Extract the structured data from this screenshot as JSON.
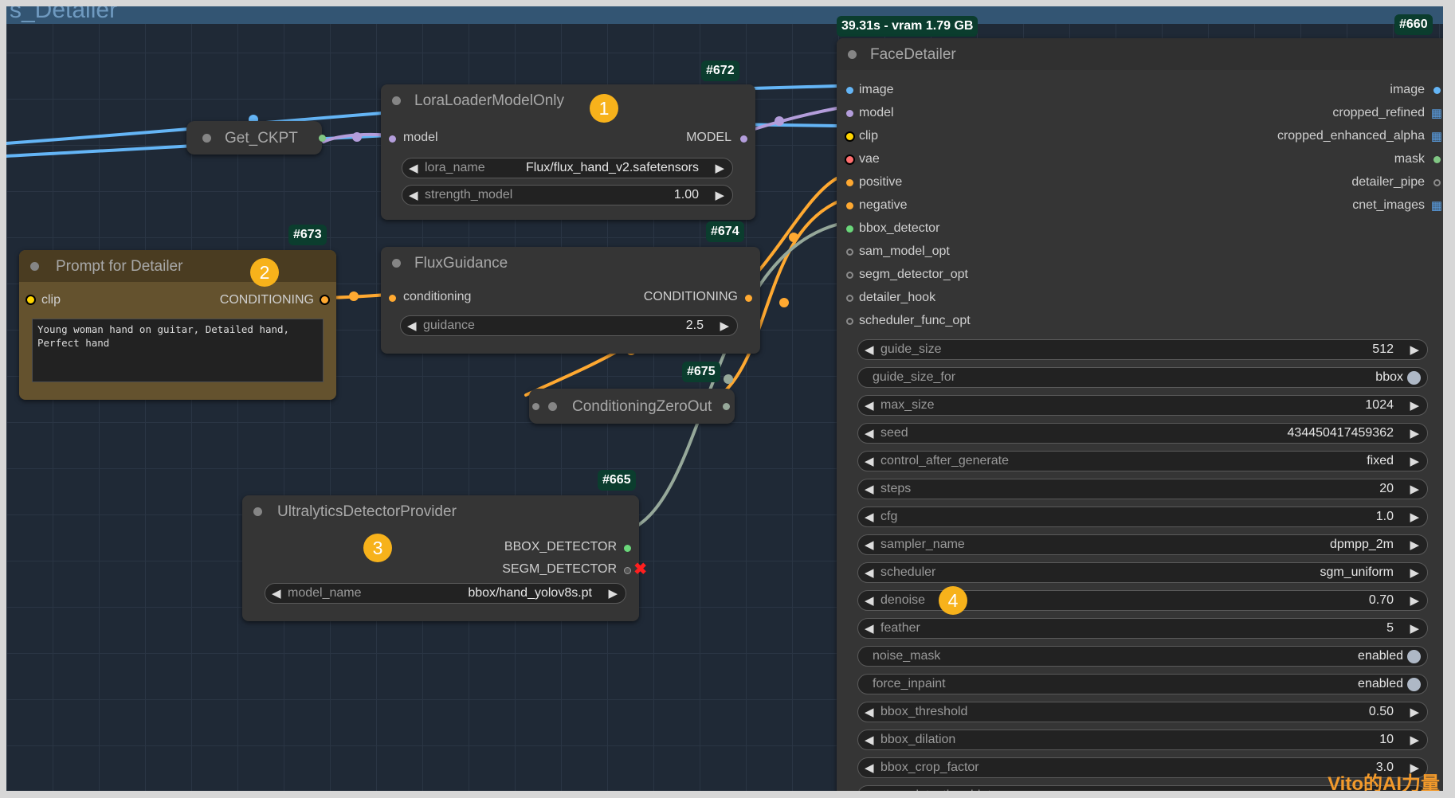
{
  "group": {
    "title": "s_Detailer"
  },
  "stats": {
    "time_vram": "39.31s - vram 1.79 GB"
  },
  "badges": {
    "lora": "#672",
    "prompt": "#673",
    "flux": "#674",
    "zero": "#675",
    "ultra": "#665",
    "face": "#660"
  },
  "markers": {
    "m1": "1",
    "m2": "2",
    "m3": "3",
    "m4": "4"
  },
  "get_ckpt": {
    "title": "Get_CKPT"
  },
  "lora": {
    "title": "LoraLoaderModelOnly",
    "input": "model",
    "output": "MODEL",
    "widgets": [
      {
        "label": "lora_name",
        "value": "Flux/flux_hand_v2.safetensors"
      },
      {
        "label": "strength_model",
        "value": "1.00"
      }
    ]
  },
  "prompt": {
    "title": "Prompt for Detailer",
    "input": "clip",
    "output": "CONDITIONING",
    "text": "Young woman hand on guitar, Detailed hand,\nPerfect hand"
  },
  "flux": {
    "title": "FluxGuidance",
    "input": "conditioning",
    "output": "CONDITIONING",
    "widgets": [
      {
        "label": "guidance",
        "value": "2.5"
      }
    ]
  },
  "zero": {
    "title": "ConditioningZeroOut"
  },
  "ultra": {
    "title": "UltralyticsDetectorProvider",
    "outputs": [
      "BBOX_DETECTOR",
      "SEGM_DETECTOR"
    ],
    "widgets": [
      {
        "label": "model_name",
        "value": "bbox/hand_yolov8s.pt"
      }
    ]
  },
  "face": {
    "title": "FaceDetailer",
    "inputs": [
      "image",
      "model",
      "clip",
      "vae",
      "positive",
      "negative",
      "bbox_detector",
      "sam_model_opt",
      "segm_detector_opt",
      "detailer_hook",
      "scheduler_func_opt"
    ],
    "outputs": [
      "image",
      "cropped_refined",
      "cropped_enhanced_alpha",
      "mask",
      "detailer_pipe",
      "cnet_images"
    ],
    "widgets": [
      {
        "label": "guide_size",
        "value": "512"
      },
      {
        "label": "guide_size_for",
        "value": "bbox"
      },
      {
        "label": "max_size",
        "value": "1024"
      },
      {
        "label": "seed",
        "value": "434450417459362"
      },
      {
        "label": "control_after_generate",
        "value": "fixed"
      },
      {
        "label": "steps",
        "value": "20"
      },
      {
        "label": "cfg",
        "value": "1.0"
      },
      {
        "label": "sampler_name",
        "value": "dpmpp_2m"
      },
      {
        "label": "scheduler",
        "value": "sgm_uniform"
      },
      {
        "label": "denoise",
        "value": "0.70"
      },
      {
        "label": "feather",
        "value": "5"
      },
      {
        "label": "noise_mask",
        "value": "enabled"
      },
      {
        "label": "force_inpaint",
        "value": "enabled"
      },
      {
        "label": "bbox_threshold",
        "value": "0.50"
      },
      {
        "label": "bbox_dilation",
        "value": "10"
      },
      {
        "label": "bbox_crop_factor",
        "value": "3.0"
      },
      {
        "label": "sam_detection_hint",
        "value": ""
      }
    ]
  },
  "watermark": "Vito的AI力量",
  "colors": {
    "model": "#b39ddb",
    "clip": "#ffd500",
    "vae": "#ff6e6e",
    "conditioning": "#ffa931",
    "image": "#64b5f6",
    "mask": "#81c784",
    "detector": "#6ad77a",
    "prompt_node": "#4a3c21"
  }
}
